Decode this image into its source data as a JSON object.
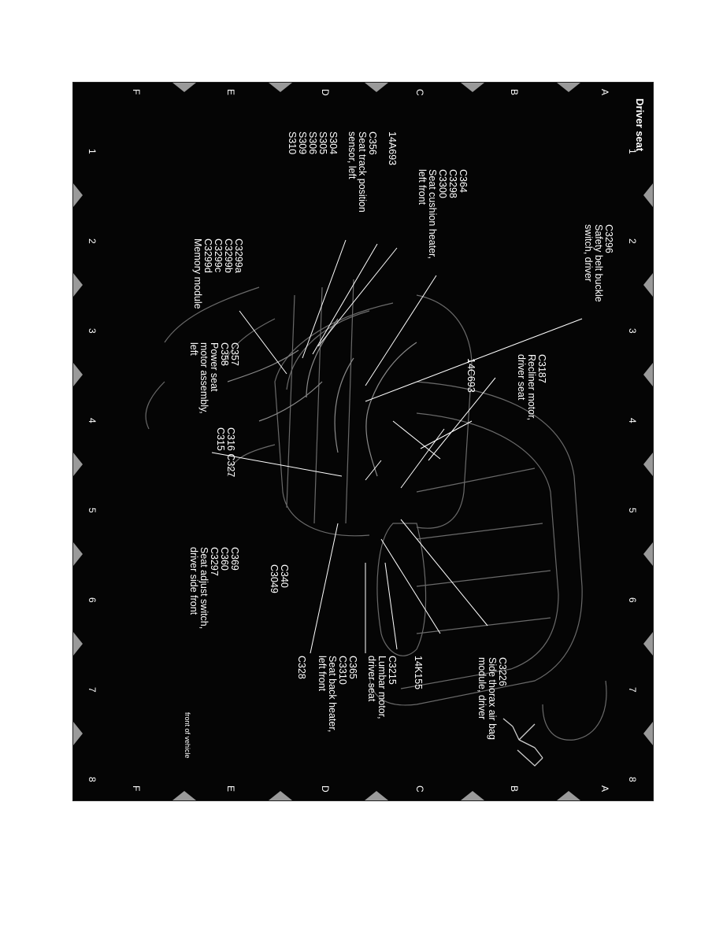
{
  "title": "Driver seat",
  "grid": {
    "columns": [
      "1",
      "2",
      "3",
      "4",
      "5",
      "6",
      "7",
      "8"
    ],
    "rows": [
      "A",
      "B",
      "C",
      "D",
      "E",
      "F"
    ]
  },
  "callouts": {
    "c3296": [
      "C3296",
      "Safety belt buckle",
      "switch, driver"
    ],
    "c364": [
      "C364",
      "C3298",
      "C3300",
      "Seat cushion heater,",
      "left front"
    ],
    "c14a693": [
      "14A693"
    ],
    "c356": [
      "C356",
      "Seat track position",
      "sensor, left"
    ],
    "s304": [
      "S304",
      "S305",
      "S306",
      "S309",
      "S310"
    ],
    "c3299": [
      "C3299a",
      "C3299b",
      "C3299c",
      "C3299d",
      "Memory module"
    ],
    "c357": [
      "C357",
      "C358",
      "Power seat",
      "motor assembly,",
      "left"
    ],
    "c316": [
      "C316  C327",
      "C315"
    ],
    "c3187": [
      "C3187",
      "Recliner motor,",
      "driver seat"
    ],
    "c14c693": [
      "14C693"
    ],
    "c369": [
      "C369",
      "C360",
      "C3297",
      "Seat adjust switch,",
      "driver side front"
    ],
    "c340": [
      "C340",
      "C3049"
    ],
    "c3226": [
      "C3226",
      "Side thorax air bag",
      "module, driver"
    ],
    "c14k155": [
      "14K155"
    ],
    "c3215": [
      "C3215",
      "Lumbar motor,",
      "driver seat"
    ],
    "c365": [
      "C365",
      "C3310",
      "Seat back heater,",
      "left front"
    ],
    "c328": [
      "C328"
    ],
    "front": [
      "front of vehicle"
    ]
  }
}
